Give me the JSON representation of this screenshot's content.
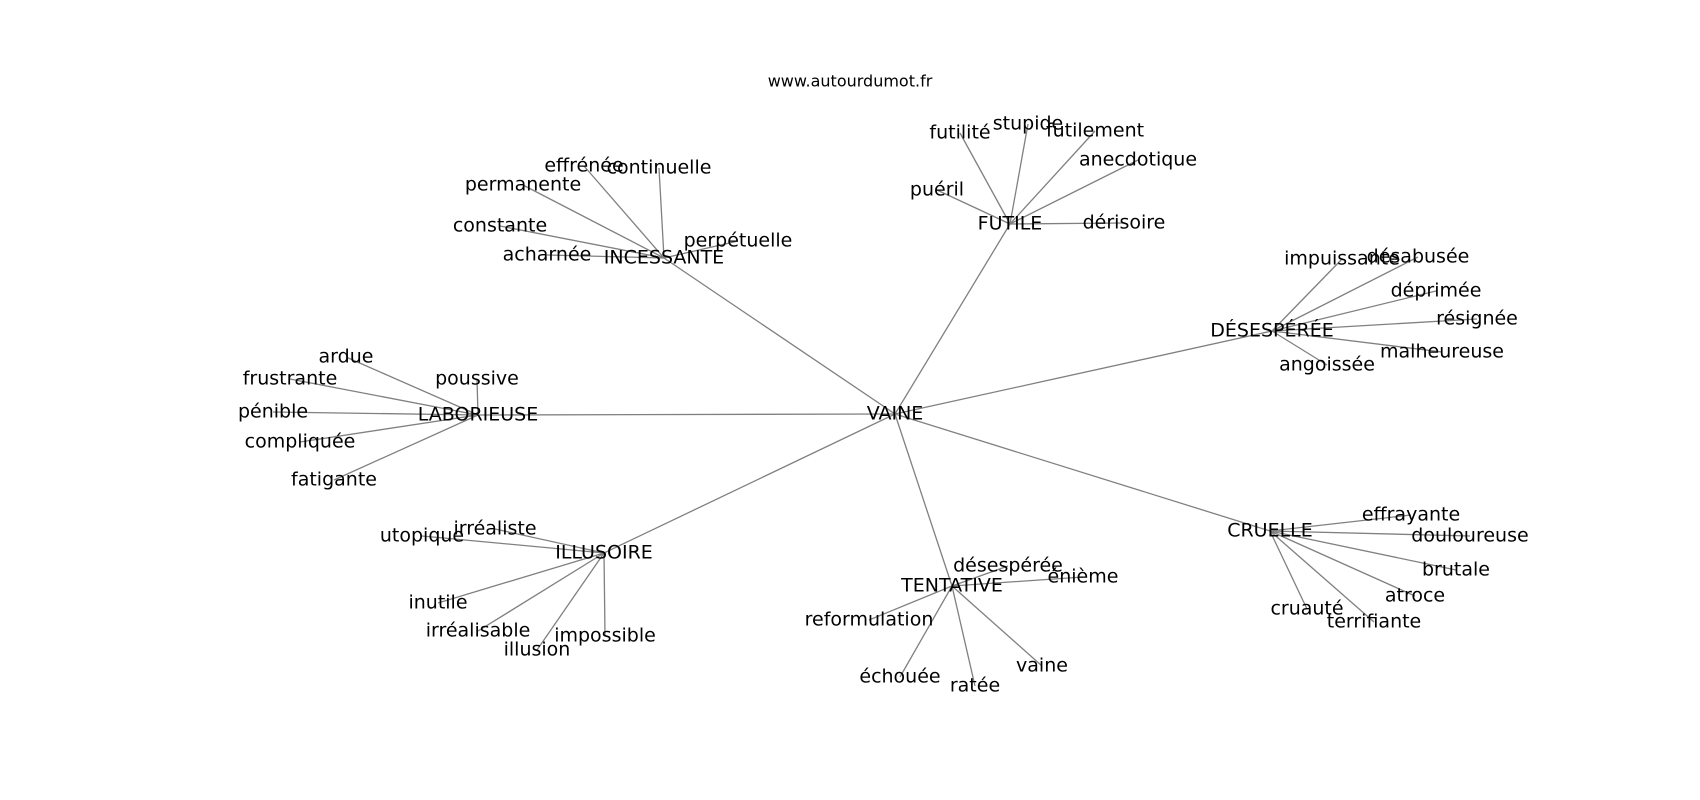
{
  "watermark": "www.autourdumot.fr",
  "graph": {
    "center": "VAINE",
    "branches": [
      {
        "label": "FUTILE",
        "leaves": [
          "futilité",
          "stupide",
          "futilement",
          "anecdotique",
          "puéril",
          "dérisoire"
        ]
      },
      {
        "label": "INCESSANTE",
        "leaves": [
          "effrénée",
          "continuelle",
          "permanente",
          "constante",
          "acharnée",
          "perpétuelle"
        ]
      },
      {
        "label": "DÉSESPÉRÉE",
        "leaves": [
          "impuissante",
          "désabusée",
          "déprimée",
          "résignée",
          "malheureuse",
          "angoissée"
        ]
      },
      {
        "label": "LABORIEUSE",
        "leaves": [
          "ardue",
          "frustrante",
          "poussive",
          "pénible",
          "compliquée",
          "fatigante"
        ]
      },
      {
        "label": "ILLUSOIRE",
        "leaves": [
          "irréaliste",
          "utopique",
          "inutile",
          "irréalisable",
          "illusion",
          "impossible"
        ]
      },
      {
        "label": "TENTATIVE",
        "leaves": [
          "désespérée",
          "énième",
          "reformulation",
          "vaine",
          "échouée",
          "ratée"
        ]
      },
      {
        "label": "CRUELLE",
        "leaves": [
          "effrayante",
          "douloureuse",
          "brutale",
          "atroce",
          "cruauté",
          "terrifiante"
        ]
      }
    ]
  }
}
